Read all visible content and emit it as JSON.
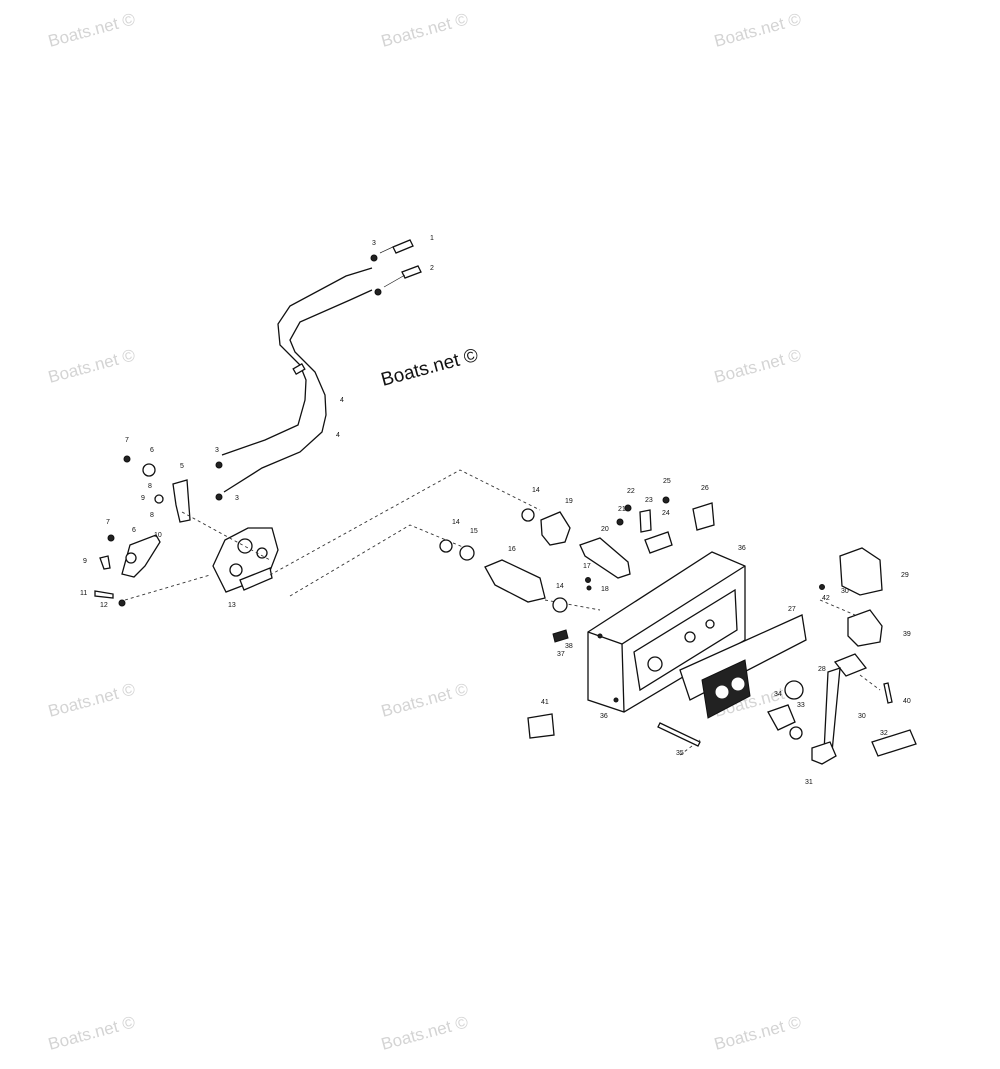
{
  "watermark": {
    "text": "Boats.net ©",
    "center_text": "Boats.net ©"
  },
  "callouts": [
    "1",
    "2",
    "3",
    "3",
    "3",
    "4",
    "4",
    "5",
    "6",
    "6",
    "7",
    "7",
    "8",
    "8",
    "9",
    "9",
    "10",
    "11",
    "12",
    "13",
    "14",
    "14",
    "14",
    "15",
    "16",
    "17",
    "18",
    "19",
    "20",
    "21",
    "22",
    "23",
    "24",
    "25",
    "26",
    "27",
    "28",
    "29",
    "30",
    "30",
    "31",
    "32",
    "33",
    "34",
    "35",
    "36",
    "36",
    "37",
    "38",
    "39",
    "40",
    "41",
    "42"
  ],
  "colors": {
    "line": "#111111",
    "watermark": "#d4d4d4",
    "background": "#ffffff"
  }
}
